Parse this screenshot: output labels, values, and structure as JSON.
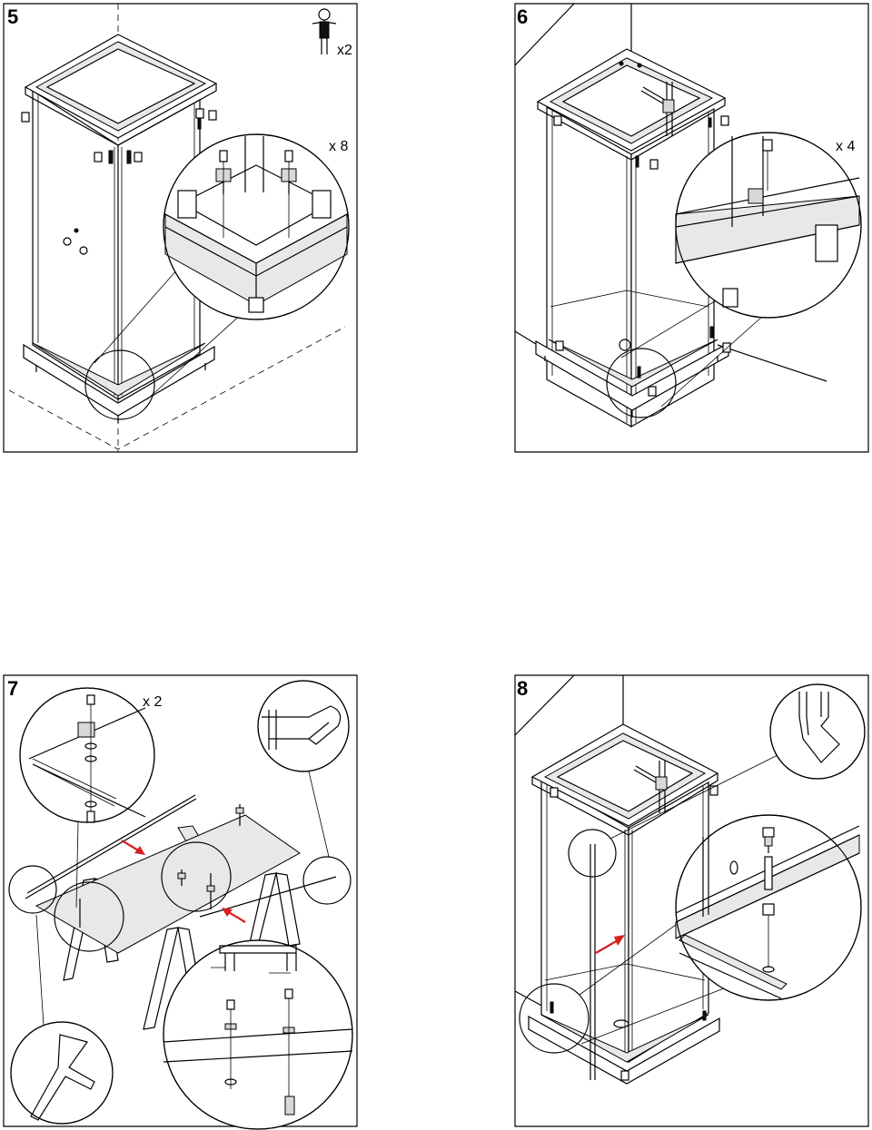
{
  "steps": [
    {
      "number": "5",
      "quantity": "x 8",
      "person_count": "x2"
    },
    {
      "number": "6",
      "quantity": "x 4"
    },
    {
      "number": "7",
      "quantity": "x 2"
    },
    {
      "number": "8"
    }
  ],
  "colors": {
    "arrow": "#d42020",
    "line": "#000000",
    "panel_fill": "#e8e8e8"
  },
  "icons": [
    "person-icon",
    "screw-icon",
    "bracket-icon",
    "arrow-icon",
    "profile-icon",
    "sawhorse-icon"
  ]
}
